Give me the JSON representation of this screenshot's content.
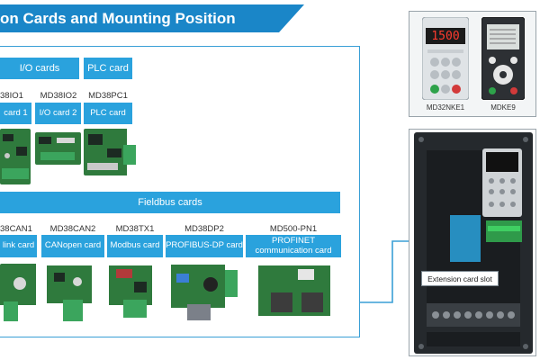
{
  "title": "on Cards and  Mounting Position",
  "groups": {
    "io": "I/O cards",
    "plc": "PLC card",
    "fieldbus": "Fieldbus cards"
  },
  "top_cards": [
    {
      "model": "38IO1",
      "name": "card 1"
    },
    {
      "model": "MD38IO2",
      "name": "I/O card 2"
    },
    {
      "model": "MD38PC1",
      "name": "PLC card"
    }
  ],
  "bottom_cards": [
    {
      "model": "38CAN1",
      "name": "link card"
    },
    {
      "model": "MD38CAN2",
      "name": "CANopen card"
    },
    {
      "model": "MD38TX1",
      "name": "Modbus card"
    },
    {
      "model": "MD38DP2",
      "name": "PROFIBUS-DP card"
    },
    {
      "model": "MD500-PN1",
      "name1": "PROFINET",
      "name2": "communication card"
    }
  ],
  "keypads": {
    "left_label": "MD32NKE1",
    "right_label": "MDKE9",
    "led_display": "1500"
  },
  "drive": {
    "slot_label": "Extension card slot"
  },
  "colors": {
    "banner": "#1a86c8",
    "header": "#2aa2dd",
    "frame": "#3a9fd6",
    "pcb": "#2f7a3d"
  }
}
